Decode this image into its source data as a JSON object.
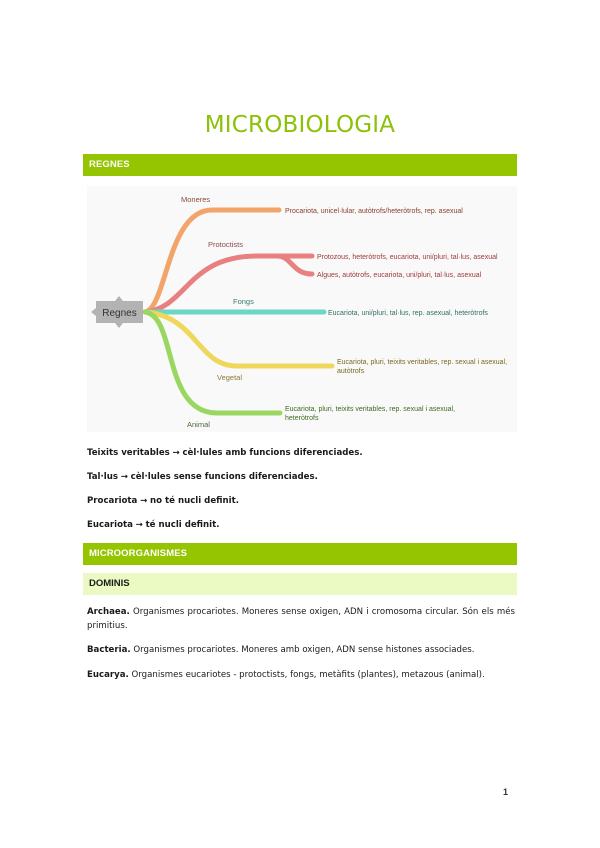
{
  "document": {
    "title": "MICROBIOLOGIA",
    "page_number": "1"
  },
  "sections": {
    "regnes": {
      "heading": "REGNES"
    },
    "microorganismes": {
      "heading": "MICROORGANISMES",
      "subheading": "DOMINIS"
    }
  },
  "mindmap": {
    "root": "Regnes",
    "colors": {
      "moneres": "#f2a46a",
      "protoctists": "#e98080",
      "fongs": "#6dd7c5",
      "vegetal": "#eed75a",
      "animal": "#9ad760",
      "root_bg": "#b3b3b3"
    },
    "branches": [
      {
        "label": "Moneres",
        "description": "Procariota, unicel·lular, autòtrofs/heteròtrofs, rep. asexual"
      },
      {
        "label": "Protoctists",
        "children": [
          "Protozous, heteròtrofs, eucariota, uni/pluri, tal·lus, asexual",
          "Algues, autòtrofs, eucariota, uni/pluri, tal·lus, asexual"
        ]
      },
      {
        "label": "Fongs",
        "description": "Eucariota, uni/pluri, tal·lus, rep. asexual, heteròtrofs"
      },
      {
        "label": "Vegetal",
        "description_line1": "Eucariota, pluri, teixits veritables, rep. sexual i asexual,",
        "description_line2": "autòtrofs"
      },
      {
        "label": "Animal",
        "description_line1": "Eucariota, pluri, teixits veritables, rep. sexual i asexual,",
        "description_line2": "heteròtrofs"
      }
    ]
  },
  "definitions": [
    {
      "term": "Teixits veritables",
      "arrow": "→",
      "text": "cèl·lules amb funcions diferenciades."
    },
    {
      "term": "Tal·lus",
      "arrow": "→",
      "text": "cèl·lules sense funcions diferenciades."
    },
    {
      "term": "Procariota",
      "arrow": "→",
      "text": "no té nucli definit."
    },
    {
      "term": "Eucariota",
      "arrow": "→",
      "text": "té nucli definit."
    }
  ],
  "domains": [
    {
      "name": "Archaea.",
      "text": " Organismes procariotes. Moneres sense oxigen, ADN i cromosoma circular. Són els més primitius."
    },
    {
      "name": "Bacteria.",
      "text": " Organismes procariotes. Moneres amb oxigen, ADN sense histones associades."
    },
    {
      "name": "Eucarya.",
      "text": " Organismes eucariotes - protoctists, fongs, metàfits (plantes), metazous (animal)."
    }
  ]
}
